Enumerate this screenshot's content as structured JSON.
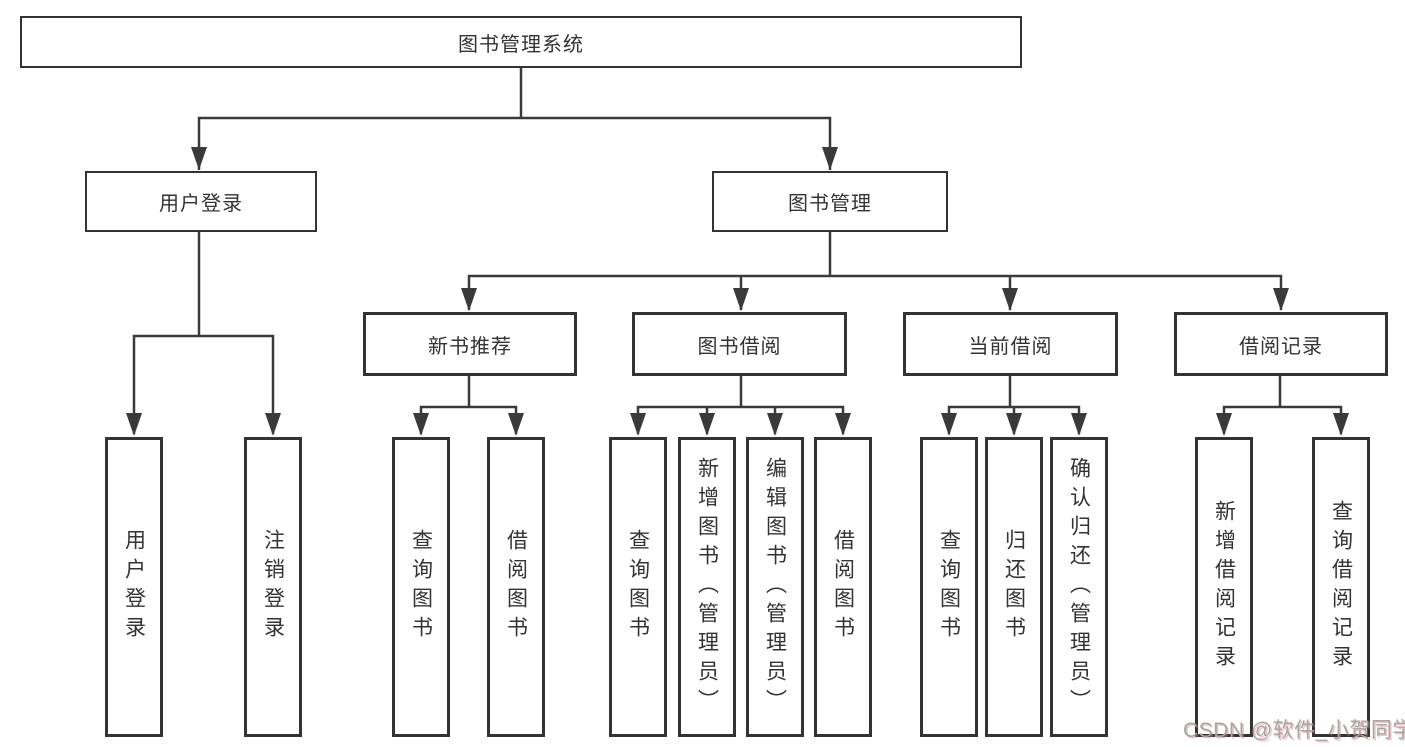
{
  "title": "图书管理系统",
  "level2": {
    "user_login": "用户登录",
    "book_management": "图书管理"
  },
  "level3": {
    "new_books": "新书推荐",
    "book_borrowing": "图书借阅",
    "current_borrowing": "当前借阅",
    "borrowing_records": "借阅记录"
  },
  "leaves": {
    "login": "用户登录",
    "logout": "注销登录",
    "nb_query_books": "查询图书",
    "nb_borrow_books": "借阅图书",
    "bb_query_books": "查询图书",
    "bb_add_books_admin": "新增图书（管理员）",
    "bb_edit_books_admin": "编辑图书（管理员）",
    "bb_borrow_books": "借阅图书",
    "cb_query_books": "查询图书",
    "cb_return_books": "归还图书",
    "cb_confirm_return_admin": "确认归还（管理员）",
    "br_add_record": "新增借阅记录",
    "br_query_record": "查询借阅记录"
  },
  "watermark": "CSDN @软件_小贺同学",
  "colors": {
    "line": "#3a3a3a",
    "text": "#333333",
    "background": "#ffffff",
    "watermark": "#a6a6a6"
  }
}
